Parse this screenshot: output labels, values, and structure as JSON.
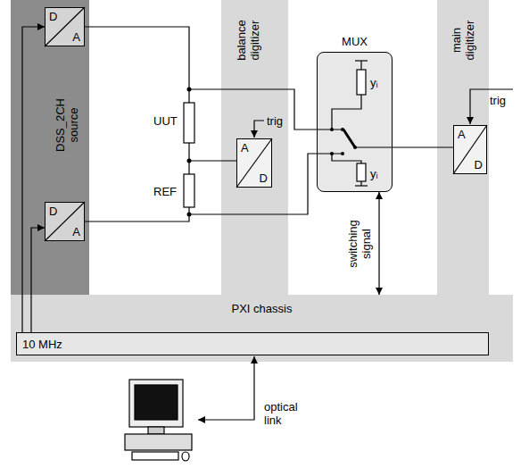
{
  "diagram": {
    "nodes": [
      {
        "text": [
          "DSS_2CH source"
        ]
      },
      {
        "text": [
          "D",
          "A"
        ],
        "in": 0
      },
      {
        "text": [
          "D",
          "A"
        ],
        "in": 0
      },
      {
        "text": [
          "balance digitizer"
        ]
      },
      {
        "text": [
          "A",
          "D"
        ],
        "in": 3
      },
      {
        "text": [
          "MUX",
          "yᵢ",
          "yᵢ"
        ]
      },
      {
        "text": [
          "main digitizer"
        ]
      },
      {
        "text": [
          "A",
          "D"
        ],
        "in": 6
      },
      {
        "text": [
          "PXI chassis"
        ]
      },
      {
        "text": [
          "10 MHz"
        ],
        "in": 8
      }
    ],
    "edges": [
      {
        "from": 9,
        "to": 1,
        "arrow": "to"
      },
      {
        "from": 9,
        "to": 2,
        "arrow": "to"
      },
      {
        "from": 5,
        "to": 7,
        "arrow": "none"
      },
      {
        "from": 5,
        "to": 8,
        "label": "switching signal",
        "arrow": "both"
      }
    ],
    "labels": [
      "UUT",
      "REF",
      "trig",
      "trig",
      "optical link"
    ]
  }
}
